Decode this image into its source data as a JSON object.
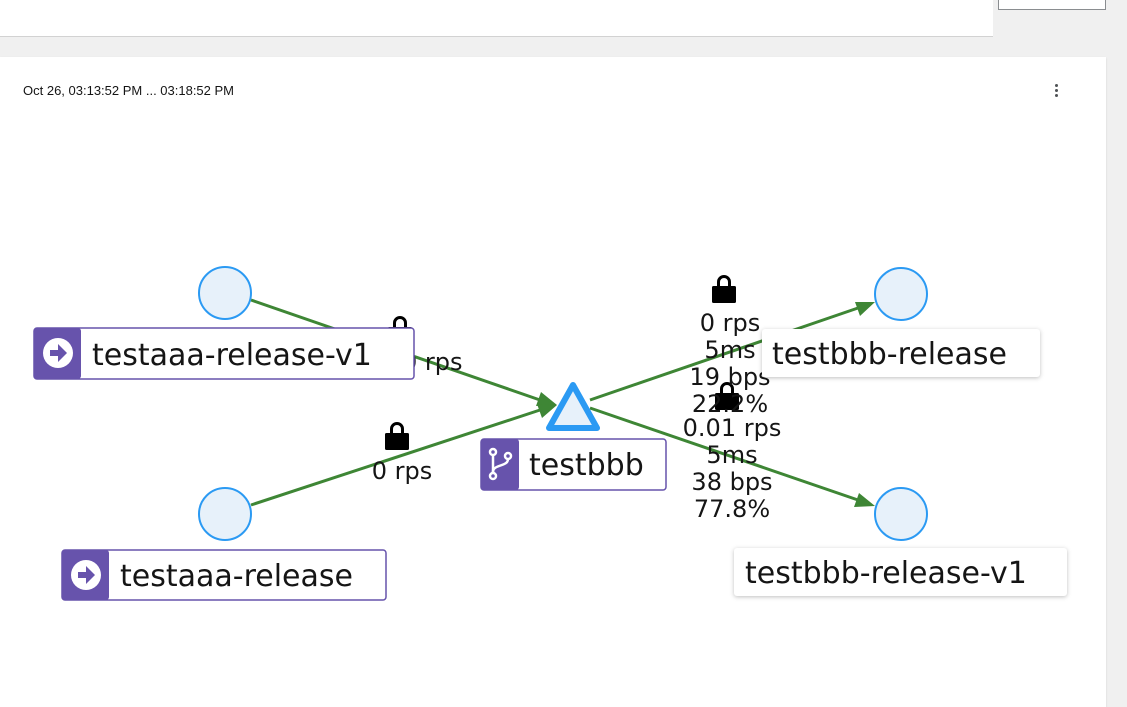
{
  "time_range": "Oct 26, 03:13:52 PM ... 03:18:52 PM",
  "colors": {
    "edge": "#3e8635",
    "node_fill": "#e7f1fa",
    "node_stroke": "#2b9af3",
    "badge": "#6753ac"
  },
  "icons": {
    "kebab": "kebab-menu-icon",
    "lock": "lock-icon",
    "ingress": "arrow-circle-icon",
    "branch": "code-branch-icon"
  },
  "nodes": {
    "testaaa_release_v1": "testaaa-release-v1",
    "testaaa_release": "testaaa-release",
    "testbbb": "testbbb",
    "testbbb_release": "testbbb-release",
    "testbbb_release_v1": "testbbb-release-v1"
  },
  "edges": {
    "aaa_v1_to_bbb": {
      "rps": "0 rps"
    },
    "aaa_to_bbb": {
      "rps": "0 rps"
    },
    "bbb_to_release": {
      "rps": "0 rps",
      "latency": "5ms",
      "throughput": "19 bps",
      "percent": "22.2%"
    },
    "bbb_to_release_v1": {
      "rps": "0.01 rps",
      "latency": "5ms",
      "throughput": "38 bps",
      "percent": "77.8%"
    }
  }
}
